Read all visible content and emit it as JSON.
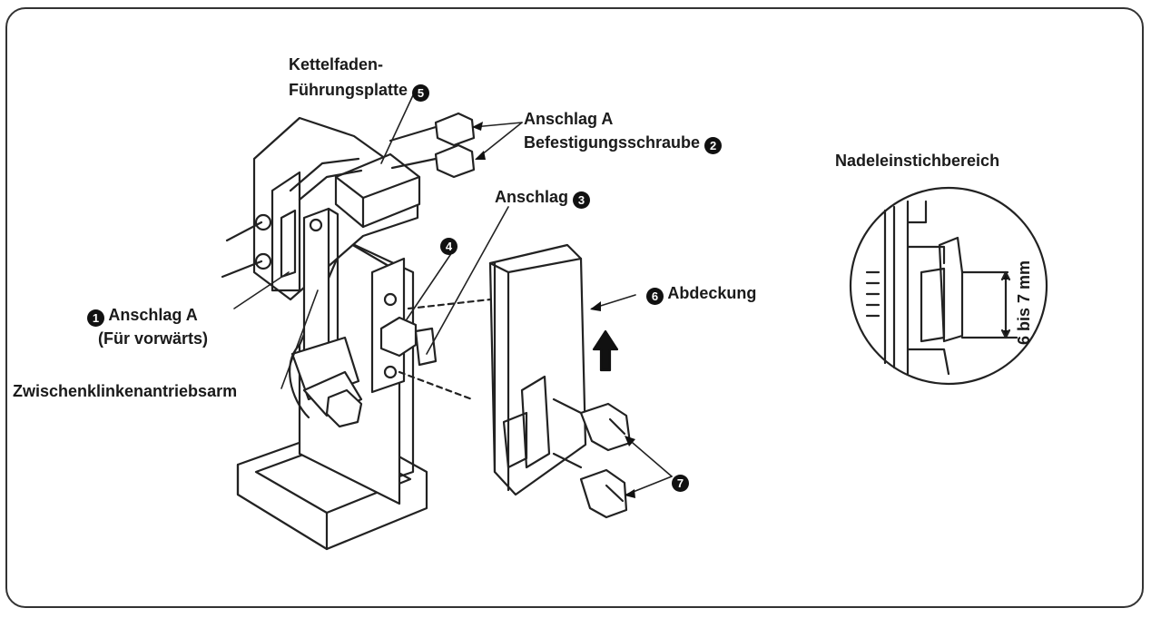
{
  "labels": {
    "kettelfaden_line1": "Kettelfaden-",
    "kettelfaden_line2": "Führungsplatte",
    "kettelfaden_num": "5",
    "schraube_line1": "Anschlag A",
    "schraube_line2": "Befestigungsschraube",
    "schraube_num": "2",
    "anschlag_text": "Anschlag",
    "anschlag_num": "3",
    "part4_num": "4",
    "anschlagA_num": "1",
    "anschlagA_line1": "Anschlag A",
    "anschlagA_line2": "(Für vorwärts)",
    "arm": "Zwischenklinkenantriebsarm",
    "abdeckung_num": "6",
    "abdeckung_text": "Abdeckung",
    "part7_num": "7",
    "nadel_title": "Nadeleinstichbereich",
    "measure": "6 bis 7 mm"
  },
  "colors": {
    "line": "#222222",
    "fill": "#ffffff",
    "dark": "#111111"
  }
}
